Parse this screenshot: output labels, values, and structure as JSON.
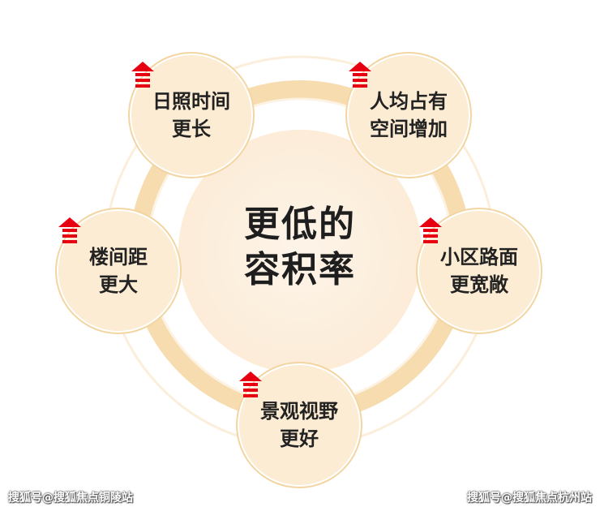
{
  "center_label": "更低的\n容积率",
  "nodes": [
    {
      "label": "日照时间\n更长"
    },
    {
      "label": "人均占有\n空间增加"
    },
    {
      "label": "小区路面\n更宽敞"
    },
    {
      "label": "景观视野\n更好"
    },
    {
      "label": "楼间距\n更大"
    }
  ],
  "watermarks": {
    "left": "搜狐号@搜狐焦点铜陵站",
    "right": "搜狐号@搜狐焦点杭州站"
  },
  "colors": {
    "ring": "#f6dcae",
    "node_fill": "#fcecd3",
    "center_fill": "#fdf1e2",
    "arrow": "#e60012"
  },
  "icons": {
    "node_marker": "red-up-arrow-icon"
  }
}
